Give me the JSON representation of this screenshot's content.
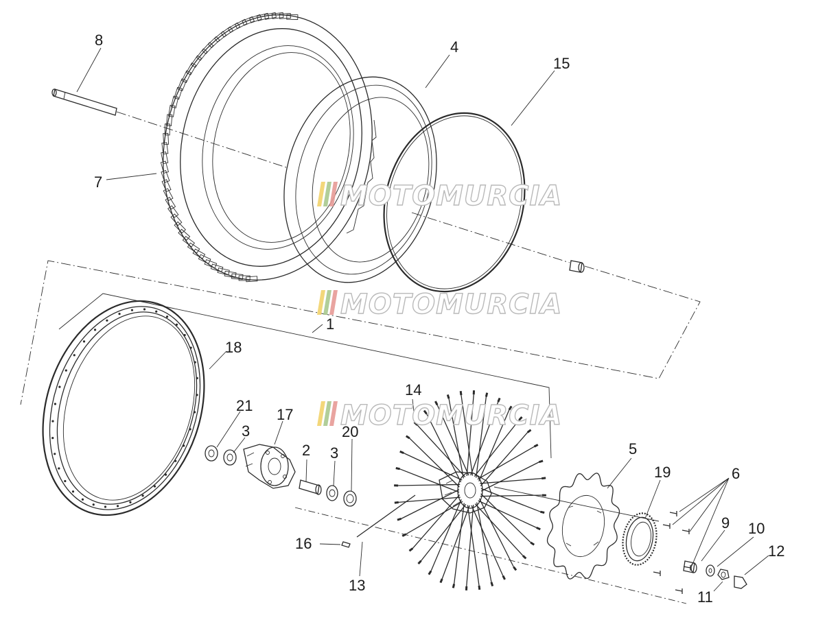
{
  "callouts": [
    {
      "id": "8",
      "text": "8"
    },
    {
      "id": "4",
      "text": "4"
    },
    {
      "id": "15",
      "text": "15"
    },
    {
      "id": "7",
      "text": "7"
    },
    {
      "id": "1",
      "text": "1"
    },
    {
      "id": "18",
      "text": "18"
    },
    {
      "id": "21",
      "text": "21"
    },
    {
      "id": "3a",
      "text": "3"
    },
    {
      "id": "17",
      "text": "17"
    },
    {
      "id": "2",
      "text": "2"
    },
    {
      "id": "3b",
      "text": "3"
    },
    {
      "id": "20",
      "text": "20"
    },
    {
      "id": "14",
      "text": "14"
    },
    {
      "id": "5",
      "text": "5"
    },
    {
      "id": "19",
      "text": "19"
    },
    {
      "id": "6",
      "text": "6"
    },
    {
      "id": "9",
      "text": "9"
    },
    {
      "id": "10",
      "text": "10"
    },
    {
      "id": "12",
      "text": "12"
    },
    {
      "id": "16",
      "text": "16"
    },
    {
      "id": "13",
      "text": "13"
    },
    {
      "id": "11",
      "text": "11"
    }
  ],
  "watermark": {
    "text": "MOTOMURCIA",
    "stripe_colors": [
      "#f2d36b",
      "#a9c98e",
      "#e79a96"
    ]
  },
  "colors": {
    "line": "#2a2a2a",
    "background": "#ffffff"
  }
}
